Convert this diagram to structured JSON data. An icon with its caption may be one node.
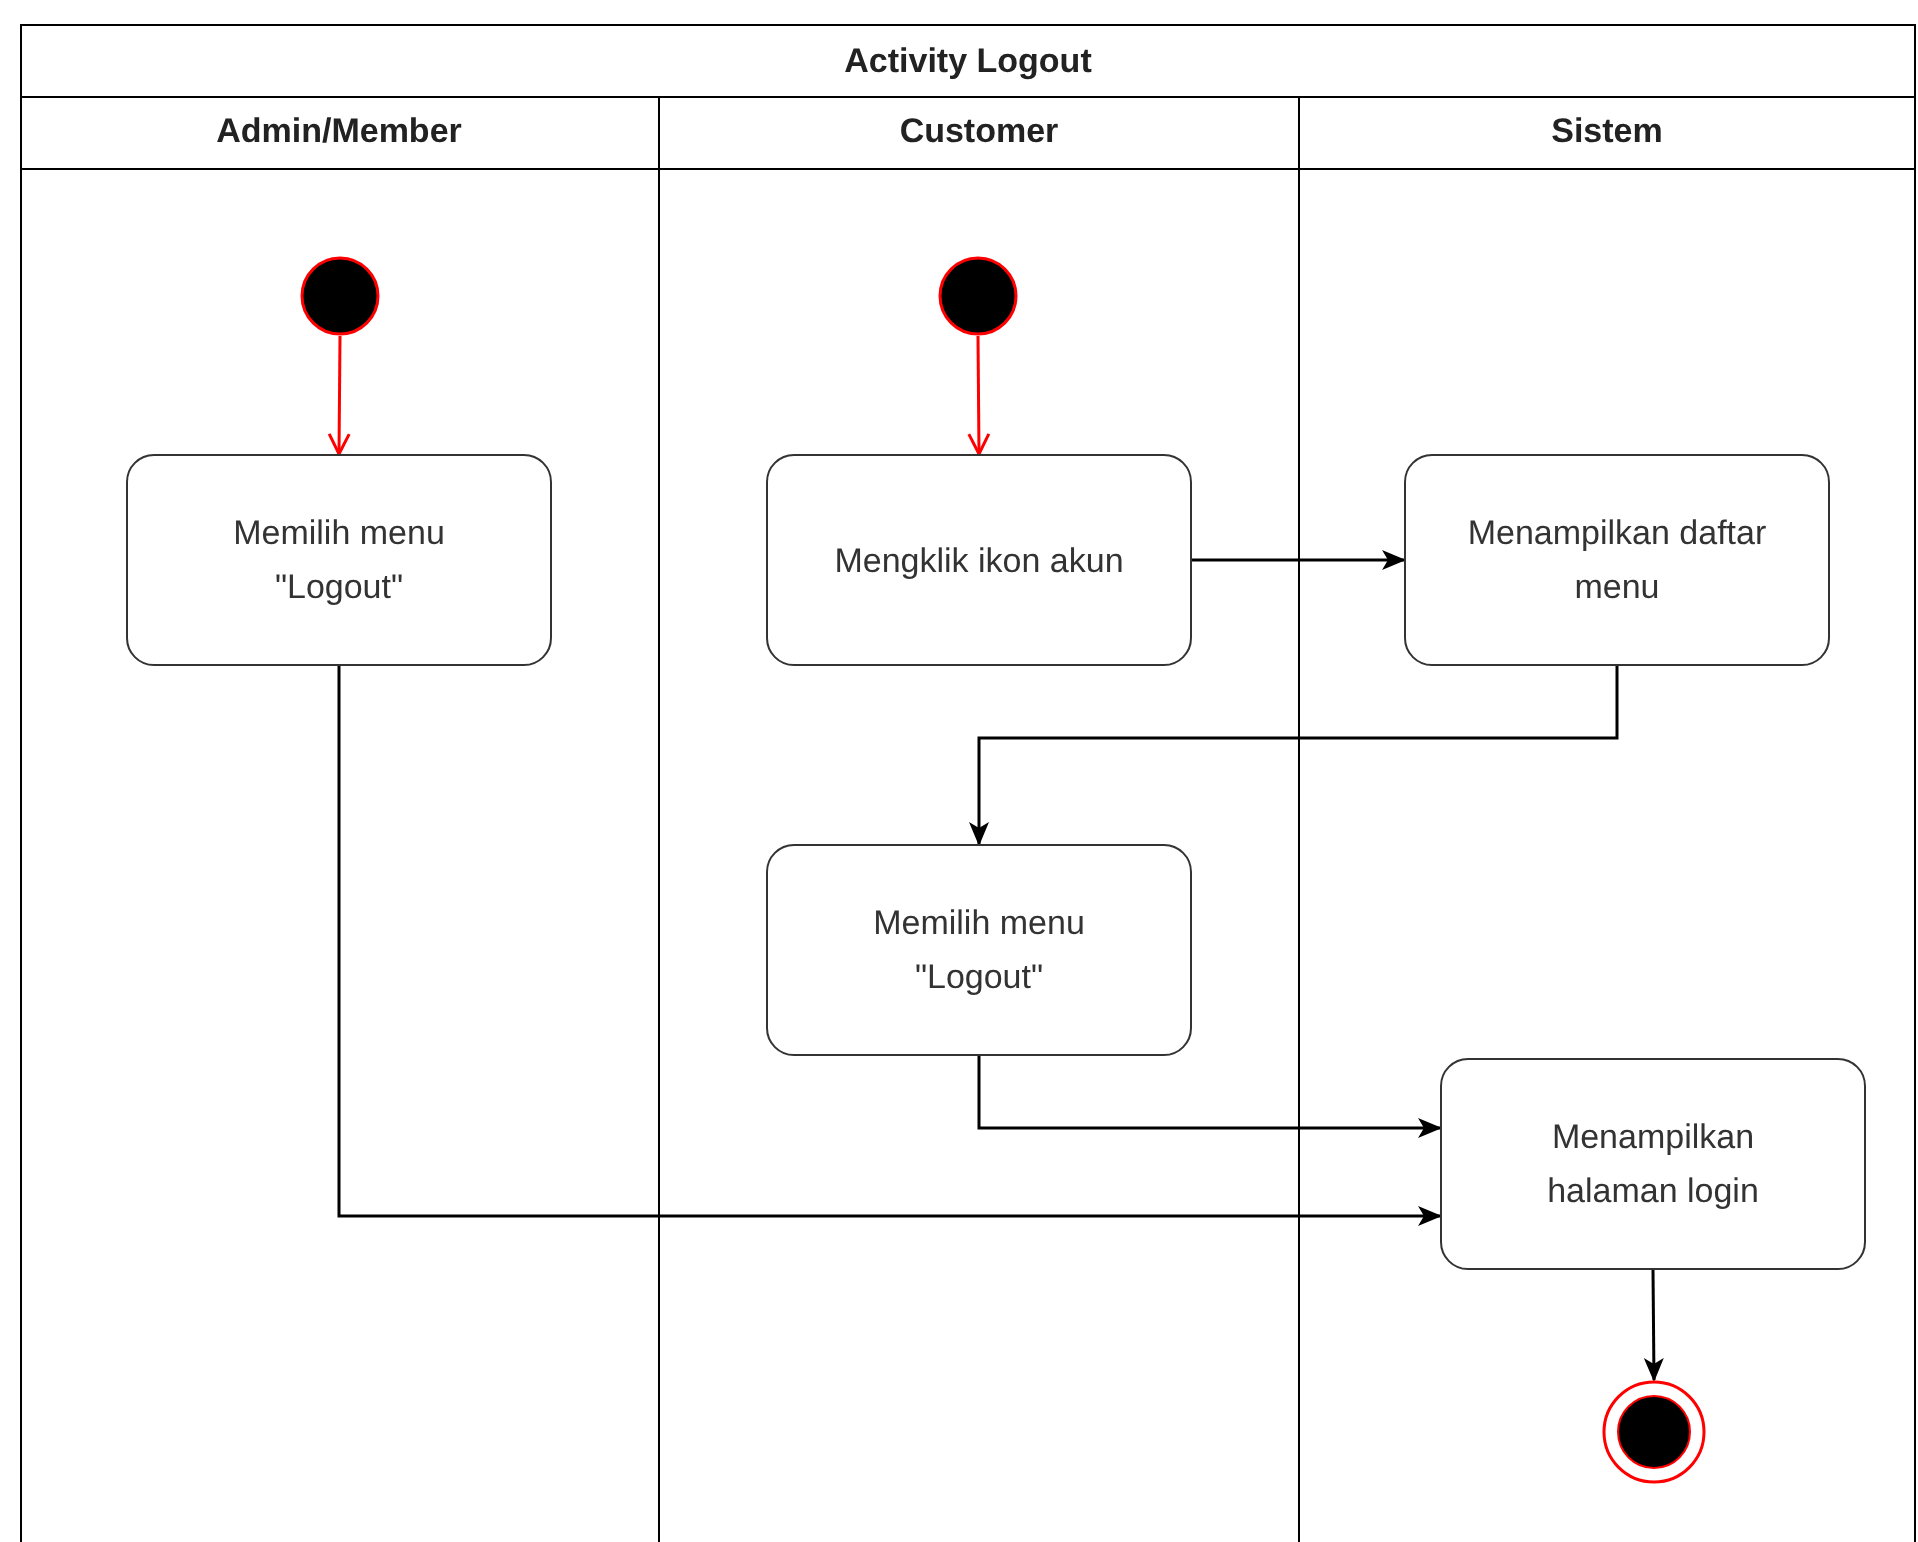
{
  "diagram": {
    "title": "Activity Logout",
    "nodes": [
      {
        "text": [
          "Admin/Member"
        ]
      },
      {
        "text": [
          "Customer"
        ]
      },
      {
        "text": [
          "Sistem"
        ]
      },
      {
        "text": [],
        "shape": "circle",
        "in": 0
      },
      {
        "text": [
          "Memilih menu \"Logout\""
        ],
        "in": 0
      },
      {
        "text": [],
        "shape": "circle",
        "in": 1
      },
      {
        "text": [
          "Mengklik ikon akun"
        ],
        "in": 1
      },
      {
        "text": [
          "Menampilkan daftar menu"
        ],
        "in": 2
      },
      {
        "text": [
          "Memilih menu \"Logout\""
        ],
        "in": 1
      },
      {
        "text": [
          "Menampilkan halaman login"
        ],
        "in": 2
      },
      {
        "text": [],
        "shape": "bullseye",
        "in": 2
      }
    ],
    "edges": [
      {
        "from": 3,
        "to": 4,
        "arrow": "to",
        "color": "#ff0000"
      },
      {
        "from": 5,
        "to": 6,
        "arrow": "to",
        "color": "#ff0000"
      },
      {
        "from": 6,
        "to": 7,
        "arrow": "to"
      },
      {
        "from": 7,
        "to": 8,
        "arrow": "to"
      },
      {
        "from": 8,
        "to": 9,
        "arrow": "to"
      },
      {
        "from": 4,
        "to": 9,
        "arrow": "to"
      },
      {
        "from": 9,
        "to": 10,
        "arrow": "to"
      }
    ]
  }
}
